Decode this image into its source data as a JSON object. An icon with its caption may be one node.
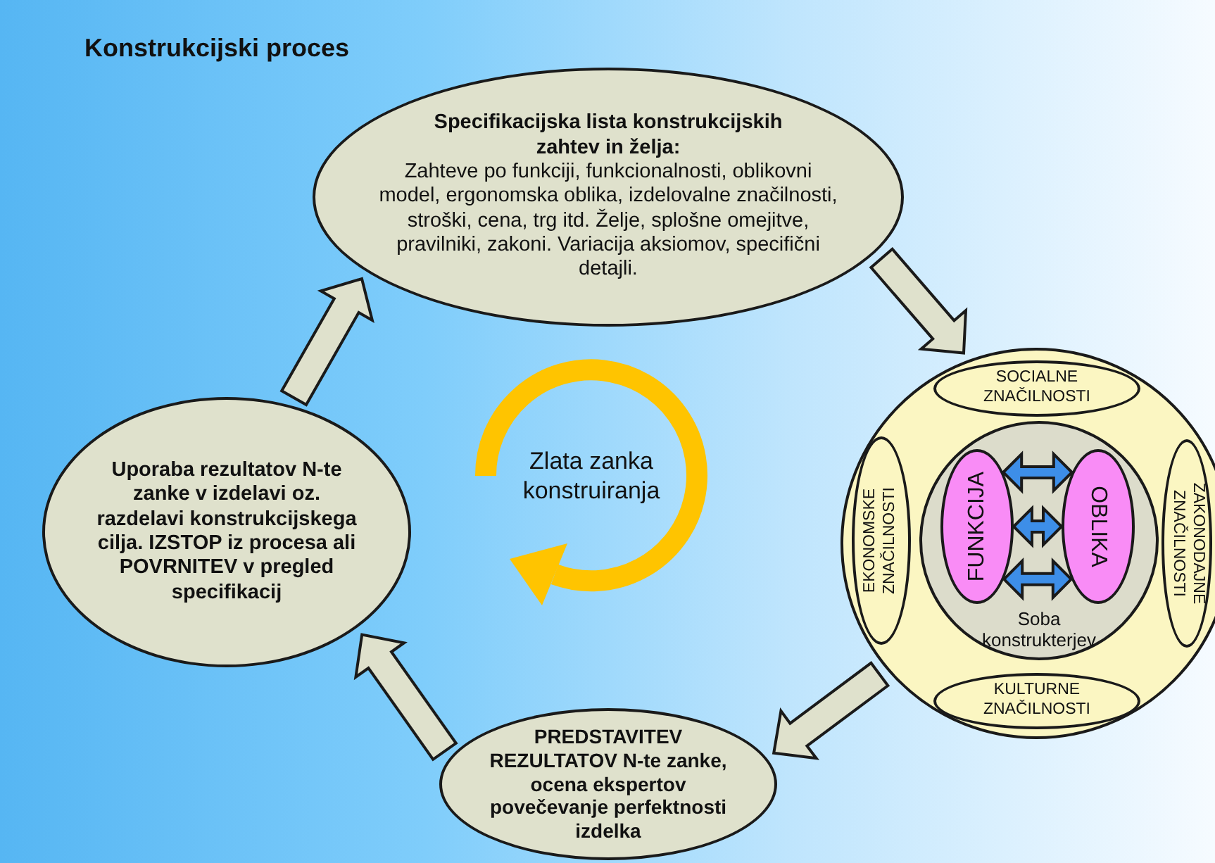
{
  "diagram": {
    "title": "Konstrukcijski proces",
    "nodes": [
      {
        "text": [
          "Specifikacijska lista konstrukcijskih zahtev in želja:",
          "Zahteve po funkciji, funkcionalnosti, oblikovni model, ergonomska oblika, izdelovalne značilnosti, stroški, cena, trg itd. Želje, splošne omejitve, pravilniki, zakoni. Variacija aksiomov, specifični detajli."
        ]
      },
      {
        "text": [],
        "shape": "circle"
      },
      {
        "text": [
          "SOCIALNE ZNAČILNOSTI"
        ],
        "in": 1
      },
      {
        "text": [
          "EKONOMSKE ZNAČILNOSTI"
        ],
        "in": 1
      },
      {
        "text": [
          "Soba konstrukterjev"
        ],
        "in": 1
      },
      {
        "text": [
          "FUNKCIJA"
        ],
        "in": 4
      },
      {
        "text": [
          "OBLIKA"
        ],
        "in": 4
      },
      {
        "text": [
          "ZAKONODAJNE ZNAČILNOSTI"
        ],
        "in": 1
      },
      {
        "text": [
          "KULTURNE ZNAČILNOSTI"
        ],
        "in": 1
      },
      {
        "text": [
          "PREDSTAVITEV REZULTATOV N-te zanke, ocena ekspertov povečevanje perfektnosti izdelka"
        ]
      },
      {
        "text": [
          "Uporaba rezultatov N-te zanke v izdelavi oz. razdelavi konstrukcijskega cilja. IZSTOP iz procesa ali POVRNITEV v pregled specifikacij"
        ]
      }
    ],
    "edges": [
      {
        "from": 0,
        "to": 1,
        "arrow": "to"
      },
      {
        "from": 1,
        "to": 9,
        "arrow": "to"
      },
      {
        "from": 9,
        "to": 10,
        "arrow": "to"
      },
      {
        "from": 10,
        "to": 0,
        "arrow": "to"
      },
      {
        "from": 5,
        "to": 6,
        "arrow": "both",
        "color": "#3d8ee8"
      },
      {
        "from": 5,
        "to": 6,
        "arrow": "both",
        "color": "#3d8ee8"
      },
      {
        "from": 5,
        "to": 6,
        "arrow": "both",
        "color": "#3d8ee8"
      }
    ],
    "labels": [
      "Zlata zanka konstruiranja"
    ]
  }
}
